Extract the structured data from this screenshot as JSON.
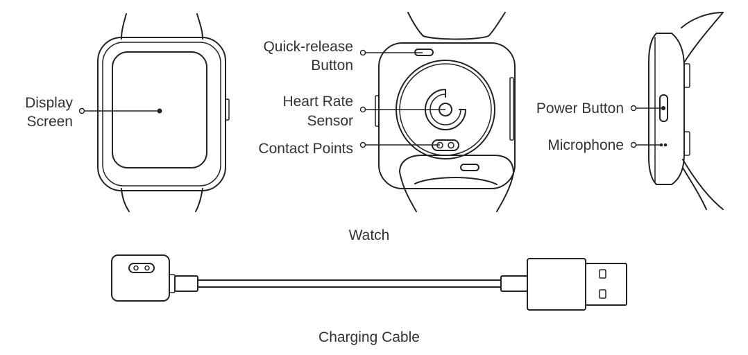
{
  "front_view": {
    "display_label_line1": "Display",
    "display_label_line2": "Screen"
  },
  "back_view": {
    "quick_release_line1": "Quick-release",
    "quick_release_line2": "Button",
    "heart_rate_line1": "Heart Rate",
    "heart_rate_line2": "Sensor",
    "contact_points": "Contact Points"
  },
  "side_view": {
    "power_button": "Power Button",
    "microphone": "Microphone"
  },
  "captions": {
    "watch": "Watch",
    "charging_cable": "Charging Cable"
  },
  "colors": {
    "line": "#222222",
    "text": "#333333",
    "background": "#ffffff"
  }
}
